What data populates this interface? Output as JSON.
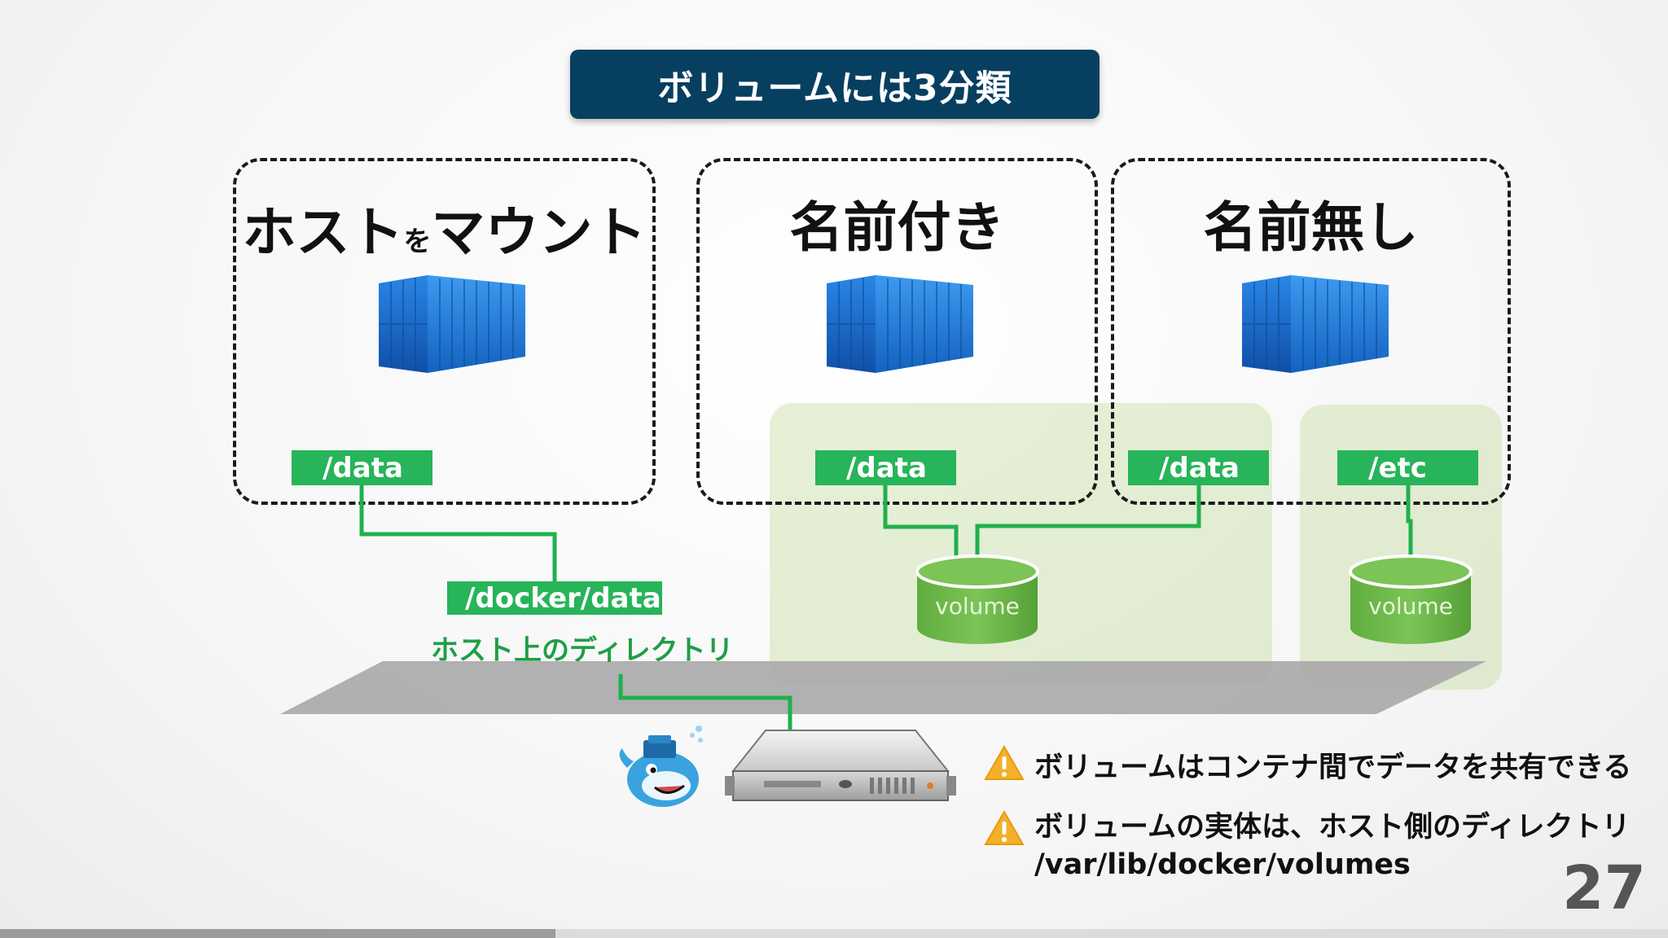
{
  "title": "ボリュームには3分類",
  "groups": {
    "host_mount": {
      "title_main_1": "ホスト",
      "title_small": "を",
      "title_main_2": "マウント",
      "container_path": "/data"
    },
    "named": {
      "title": "名前付き",
      "container_path": "/data"
    },
    "anonymous": {
      "title": "名前無し",
      "container_path": "/data"
    },
    "extra": {
      "container_path": "/etc"
    }
  },
  "host_dir": {
    "path": "/docker/data",
    "caption": "ホスト上のディレクトリ"
  },
  "volumes": {
    "named_label": "volume",
    "anonymous_label": "volume"
  },
  "notes": {
    "note1": "ボリュームはコンテナ間でデータを共有できる",
    "note2_line1": "ボリュームの実体は、ホスト側のディレクトリ",
    "note2_line2": "/var/lib/docker/volumes"
  },
  "page_number": "27",
  "progress": 0.333,
  "icons": {
    "container": "shipping-container-icon",
    "volume": "cylinder-volume-icon",
    "server": "server-icon",
    "docker": "docker-whale-icon",
    "warning": "warning-icon"
  },
  "colors": {
    "banner": "#073f61",
    "tag_green": "#27b45a",
    "line_green": "#1fb04e",
    "caption_green": "#1f9e46",
    "volume_green": "#5aa83c",
    "container_blue": "#1e78d6"
  }
}
